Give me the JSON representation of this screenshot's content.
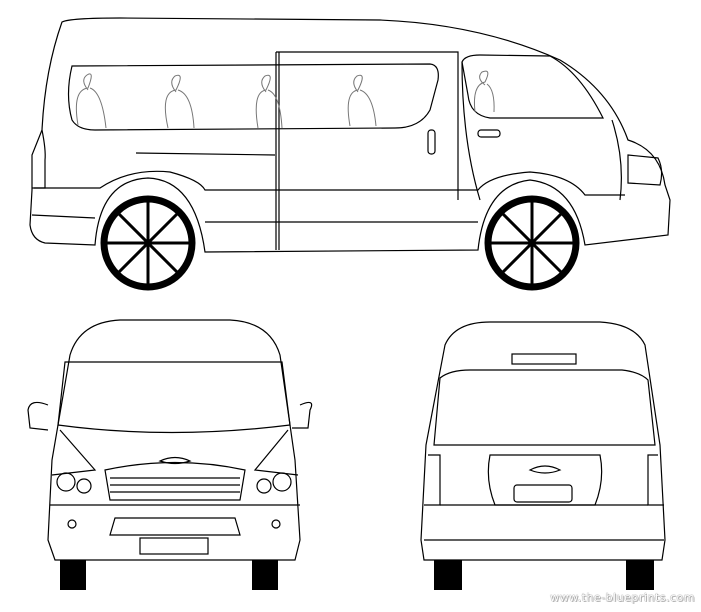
{
  "watermark": "www.the-blueprints.com",
  "views": [
    "side",
    "front",
    "rear"
  ],
  "colors": {
    "line": "#000000",
    "background": "#ffffff",
    "seat": "#777777"
  }
}
